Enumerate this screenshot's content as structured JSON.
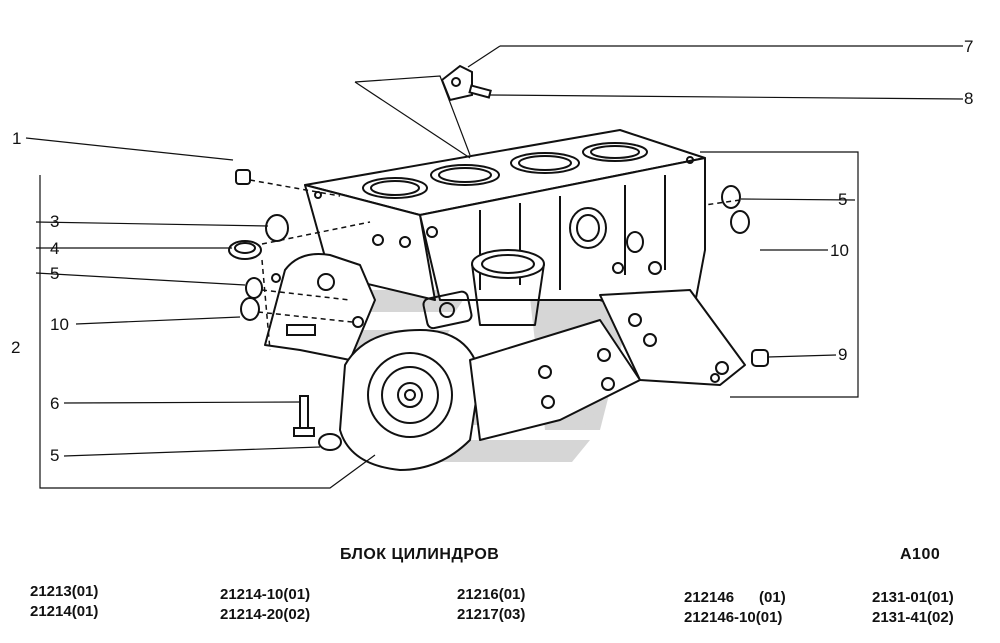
{
  "title": "БЛОК ЦИЛИНДРОВ",
  "code": "A100",
  "callouts": {
    "c1": "1",
    "c2": "2",
    "c3": "3",
    "c4": "4",
    "c5a": "5",
    "c10a": "10",
    "c6": "6",
    "c5b": "5",
    "c7": "7",
    "c8": "8",
    "c5c": "5",
    "c10b": "10",
    "c9": "9"
  },
  "models": [
    [
      "21213(01)",
      "21214(01)"
    ],
    [
      "21214-10(01)",
      "21214-20(02)"
    ],
    [
      "21216(01)",
      "21217(03)"
    ],
    [
      "212146      (01)",
      "212146-10(01)"
    ],
    [
      "2131-01(01)",
      "2131-41(02)"
    ]
  ],
  "colors": {
    "line": "#111111",
    "watermark": "#c8c8c8",
    "block_fill": "#ffffff"
  }
}
